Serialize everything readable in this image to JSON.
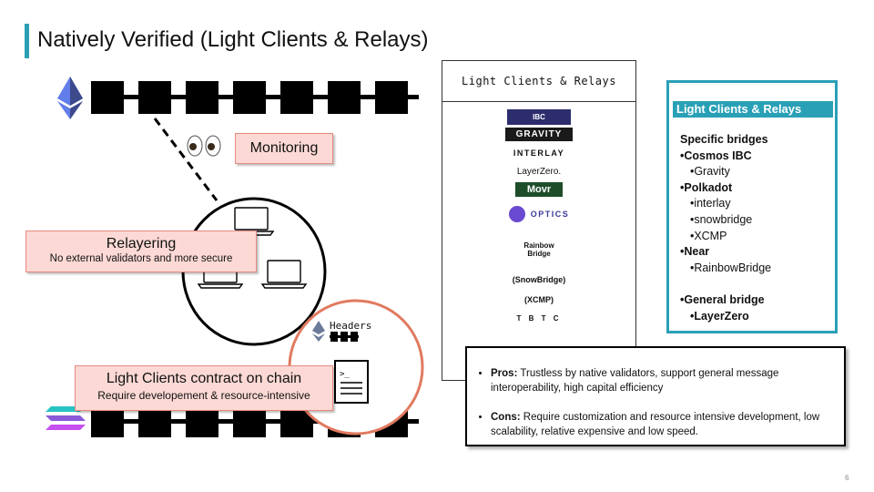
{
  "title": "Natively Verified (Light Clients & Relays)",
  "labels": {
    "monitoring": "Monitoring",
    "relayering_title": "Relayering",
    "relayering_sub": "No external validators and more secure",
    "headers": "Headers",
    "lc_title": "Light Clients contract on chain",
    "lc_sub": "Require developement & resource-intensive"
  },
  "lcr_panel": {
    "header": "Light Clients & Relays",
    "logos": [
      "IBC",
      "GRAVITY",
      "INTERLAY",
      "LayerZero.",
      "Movr",
      "OPTICS",
      "Rainbow Bridge",
      "(SnowBridge)",
      "(XCMP)",
      "T B T C"
    ]
  },
  "specific": {
    "header": "Light Clients & Relays",
    "lines": [
      "Specific bridges",
      "•Cosmos IBC",
      "  •Gravity",
      "•Polkadot",
      "  •interlay",
      "  •snowbridge",
      "  •XCMP",
      "•Near",
      "  •RainbowBridge",
      "",
      "•General bridge",
      "  •LayerZero"
    ]
  },
  "pros_cons": {
    "pros_label": "Pros:",
    "pros_text": "Trustless by native validators, support general message interoperability, high capital efficiency",
    "cons_label": "Cons:",
    "cons_text": "Require customization and resource intensive development, low scalability, relative expensive and low speed."
  },
  "page_number": "6",
  "colors": {
    "accent": "#2aa0b6",
    "red_box": "#fcd9d5",
    "circle_orange": "#e07a5f"
  }
}
